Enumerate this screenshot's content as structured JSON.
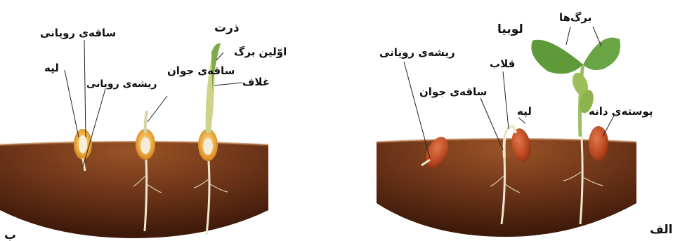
{
  "panel_a": {
    "letter": "الف",
    "title": "لوبیا",
    "labels": {
      "leaves": "برگ‌ها",
      "embryonic_root": "ریشه‌ی رویانی",
      "hook": "قلاب",
      "young_stem": "ساقه‌ی جوان",
      "cotyledon": "لپه",
      "seed_coat": "پوسته‌ی دانه"
    }
  },
  "panel_b": {
    "letter": "ب",
    "title": "ذرت",
    "labels": {
      "embryonic_stem": "ساقه‌ی رویانی",
      "first_leaf": "اوّلین برگ",
      "young_stem": "ساقه‌ی جوان",
      "cotyledon": "لپه",
      "embryonic_root": "ریشه‌ی رویانی",
      "sheath": "غلاف"
    }
  },
  "colors": {
    "soil_dark": "#5a2a14",
    "soil_mid": "#8a4420",
    "bean_seed": "#b8451f",
    "corn_seed": "#e8a93a",
    "leaf_green": "#5f9a3a",
    "root": "#efe6cf"
  }
}
